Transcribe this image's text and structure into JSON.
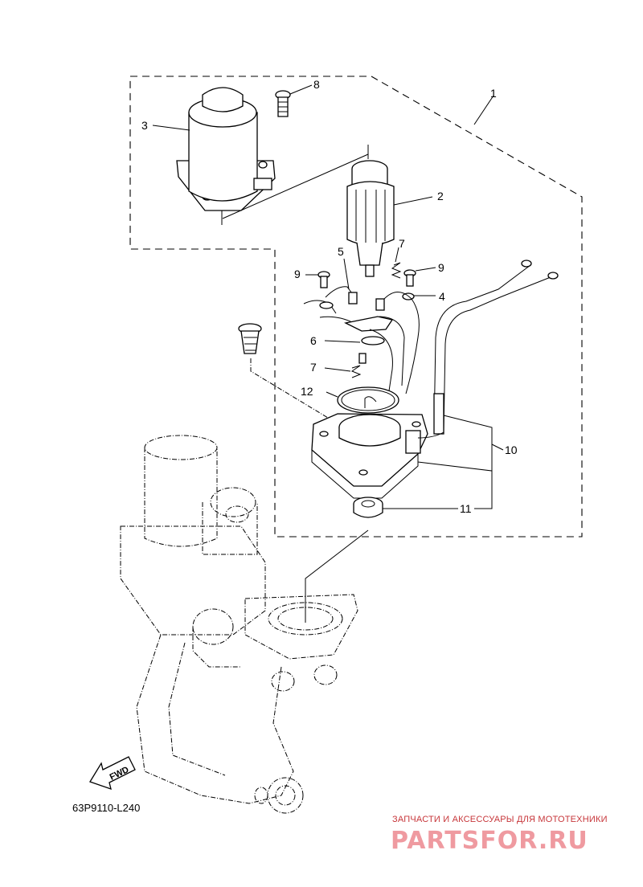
{
  "diagram": {
    "callouts": [
      "1",
      "2",
      "3",
      "4",
      "5",
      "6",
      "7",
      "7",
      "8",
      "9",
      "9",
      "10",
      "11",
      "12"
    ],
    "fwd_label": "FWD",
    "drawing_code": "63P9110-L240"
  },
  "watermark": {
    "tagline": "ЗАПЧАСТИ И АКСЕССУАРЫ ДЛЯ МОТОТЕХНИКИ",
    "brand": "PARTSFOR.RU",
    "color": "#e4575d"
  }
}
